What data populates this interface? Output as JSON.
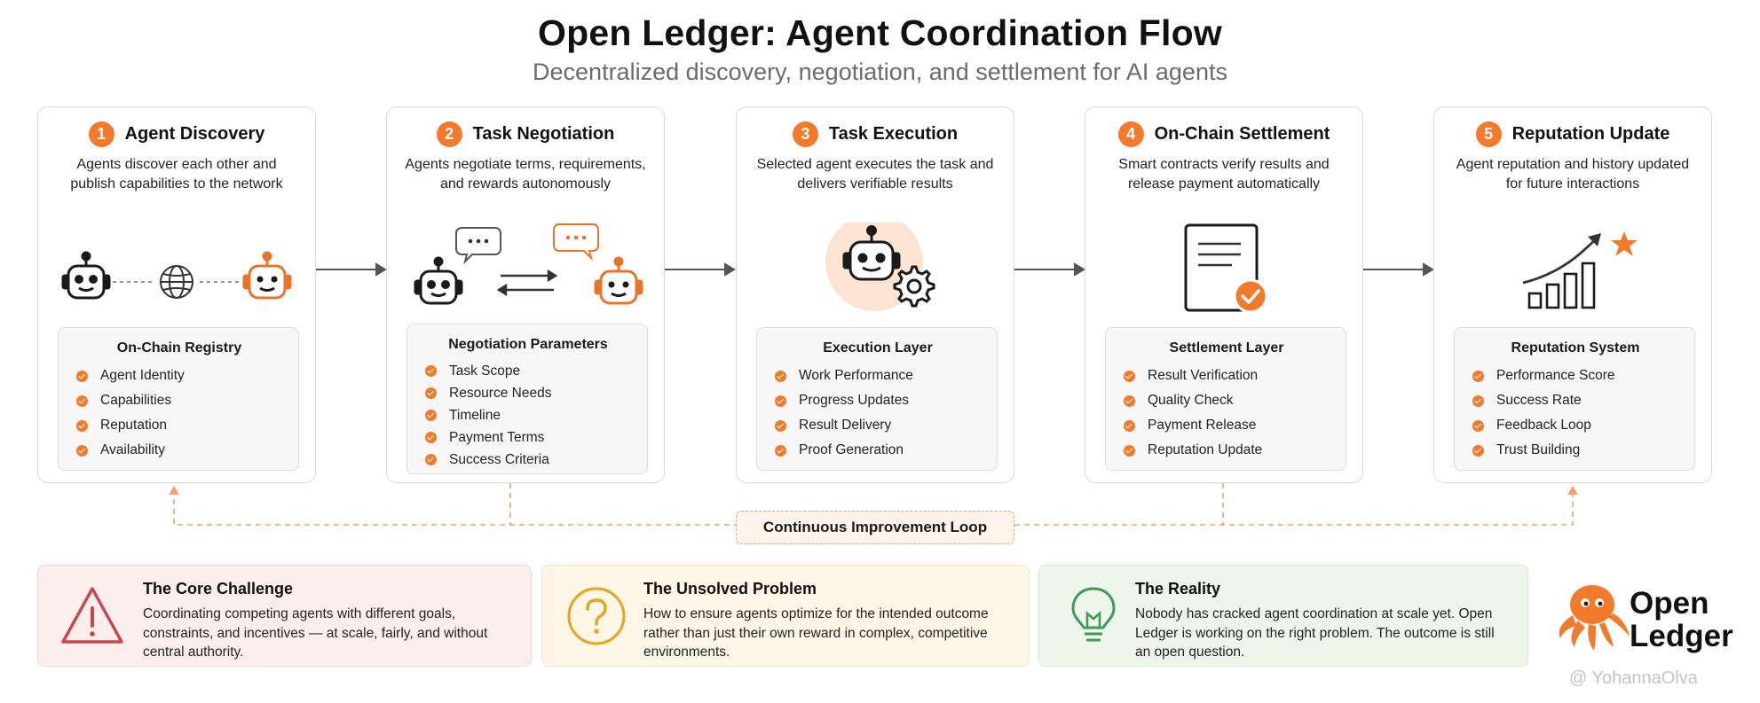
{
  "header": {
    "title": "Open Ledger: Agent Coordination Flow",
    "subtitle": "Decentralized discovery, negotiation, and settlement for AI agents"
  },
  "steps": [
    {
      "number": "1",
      "title": "Agent Discovery",
      "description": "Agents discover each other and publish capabilities to the network",
      "panel_title": "On-Chain Registry",
      "items": [
        "Agent Identity",
        "Capabilities",
        "Reputation",
        "Availability"
      ]
    },
    {
      "number": "2",
      "title": "Task Negotiation",
      "description": "Agents negotiate terms, requirements, and rewards autonomously",
      "panel_title": "Negotiation Parameters",
      "items": [
        "Task Scope",
        "Resource Needs",
        "Timeline",
        "Payment Terms",
        "Success Criteria"
      ]
    },
    {
      "number": "3",
      "title": "Task Execution",
      "description": "Selected agent executes the task and delivers verifiable results",
      "panel_title": "Execution Layer",
      "items": [
        "Work Performance",
        "Progress Updates",
        "Result Delivery",
        "Proof Generation"
      ]
    },
    {
      "number": "4",
      "title": "On-Chain Settlement",
      "description": "Smart contracts verify results and release payment automatically",
      "panel_title": "Settlement Layer",
      "items": [
        "Result Verification",
        "Quality Check",
        "Payment Release",
        "Reputation Update"
      ]
    },
    {
      "number": "5",
      "title": "Reputation Update",
      "description": "Agent reputation and history updated for future interactions",
      "panel_title": "Reputation System",
      "items": [
        "Performance Score",
        "Success Rate",
        "Feedback Loop",
        "Trust Building"
      ]
    }
  ],
  "loop": {
    "label": "Continuous Improvement Loop"
  },
  "cards": [
    {
      "title": "The Core Challenge",
      "text": "Coordinating competing agents with different goals, constraints, and incentives — at scale, fairly, and without central authority.",
      "icon": "warning-icon"
    },
    {
      "title": "The Unsolved Problem",
      "text": "How to ensure agents optimize for the intended outcome rather than just their own reward in complex, competitive environments.",
      "icon": "question-icon"
    },
    {
      "title": "The Reality",
      "text": "Nobody has cracked agent coordination at scale yet. Open Ledger is working on the right problem. The outcome is still an open question.",
      "icon": "lightbulb-icon"
    }
  ],
  "brand": {
    "name_line1": "Open",
    "name_line2": "Ledger",
    "watermark": "@ YohannaOlva"
  },
  "colors": {
    "accent": "#f27a2a",
    "challenge_bg": "#fdeeee",
    "problem_bg": "#fdf6e6",
    "reality_bg": "#eef6ec"
  }
}
